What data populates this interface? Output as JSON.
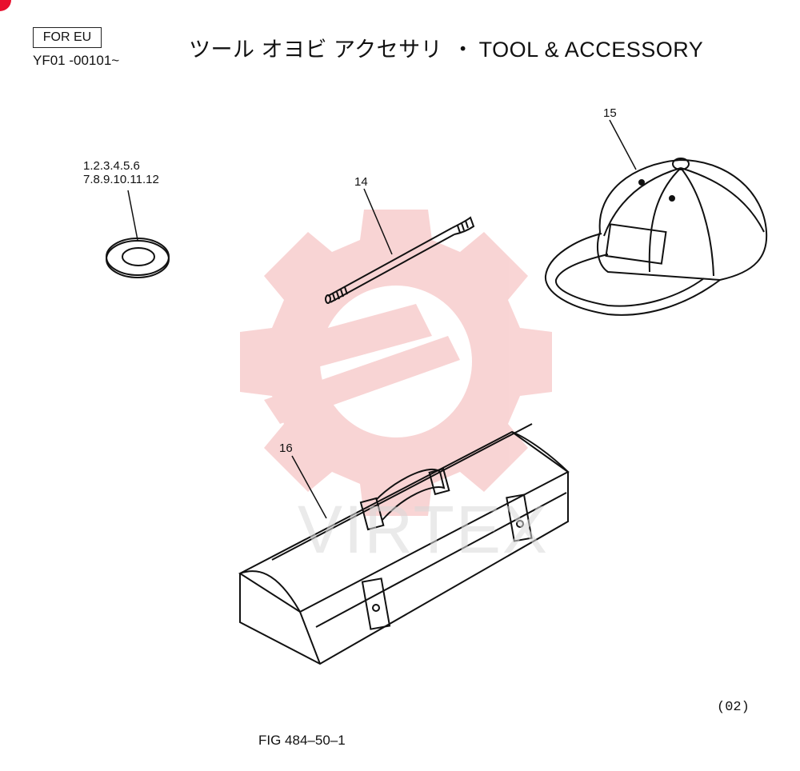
{
  "header": {
    "badge": "FOR EU",
    "serial_range": "YF01 -00101~",
    "title_jp": "ツール オヨビ アクセサリ",
    "title_sep": "・",
    "title_en": "TOOL & ACCESSORY"
  },
  "callouts": {
    "washer_line1": "1.2.3.4.5.6",
    "washer_line2": "7.8.9.10.11.12",
    "rod": "14",
    "cap": "15",
    "toolbox": "16"
  },
  "watermark": {
    "text": "VIRTEX",
    "color": "#f5c6c6"
  },
  "footer": {
    "revision": "(02)",
    "figure": "FIG 484–50–1"
  },
  "colors": {
    "line": "#111111",
    "accent": "#e8102e"
  }
}
